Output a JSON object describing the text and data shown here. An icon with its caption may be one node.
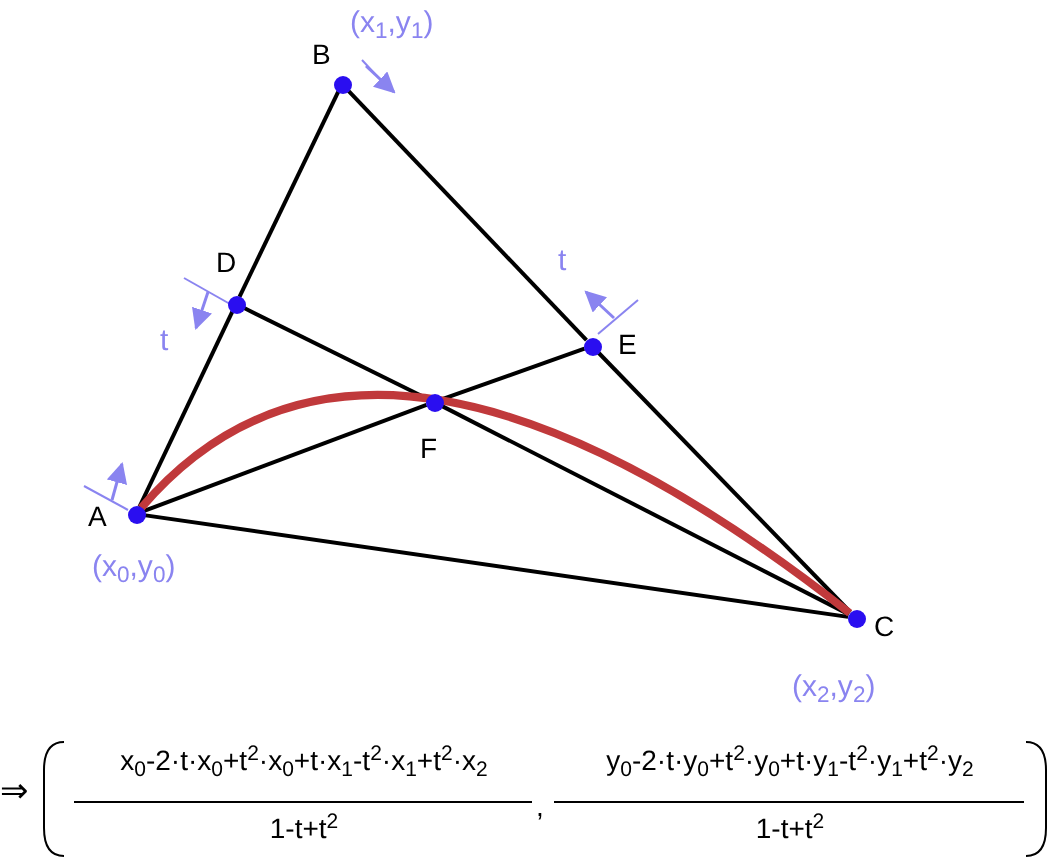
{
  "diagram": {
    "nodes": [
      {
        "text": [
          "B"
        ],
        "beside": [
          "(x$_{1}$,y$_{1}$)"
        ]
      },
      {
        "text": [
          "D"
        ]
      },
      {
        "text": [
          "E"
        ]
      },
      {
        "text": [
          "F"
        ]
      },
      {
        "text": [
          "A"
        ],
        "beside": [
          "(x$_{0}$,y$_{0}$)"
        ]
      },
      {
        "text": [
          "C"
        ],
        "beside": [
          "(x$_{2}$,y$_{2}$)"
        ]
      }
    ],
    "edges": [
      {
        "from": 4,
        "to": 1,
        "arrow": "none"
      },
      {
        "from": 1,
        "to": 0,
        "arrow": "none"
      },
      {
        "from": 0,
        "to": 2,
        "arrow": "none"
      },
      {
        "from": 2,
        "to": 5,
        "arrow": "none"
      },
      {
        "from": 4,
        "to": 5,
        "arrow": "none"
      },
      {
        "from": 4,
        "to": 3,
        "arrow": "none"
      },
      {
        "from": 3,
        "to": 2,
        "arrow": "none"
      },
      {
        "from": 1,
        "to": 3,
        "arrow": "none"
      },
      {
        "from": 3,
        "to": 5,
        "arrow": "none"
      },
      {
        "from": 4,
        "to": 5,
        "arrow": "none",
        "style": "thick",
        "color": "#c0393b"
      }
    ],
    "labels": [
      "t",
      "t",
      "⇒",
      "x$_{0}$-2·t·x$_{0}$+t$^{2}$·x$_{0}$+t·x$_{1}$-t$^{2}$·x$_{1}$+t$^{2}$·x$_{2}$",
      "1-t+t$^{2}$",
      ",",
      "y$_{0}$-2·t·y$_{0}$+t$^{2}$·y$_{0}$+t·y$_{1}$-t$^{2}$·y$_{1}$+t$^{2}$·y$_{2}$",
      "1-t+t$^{2}$"
    ]
  }
}
